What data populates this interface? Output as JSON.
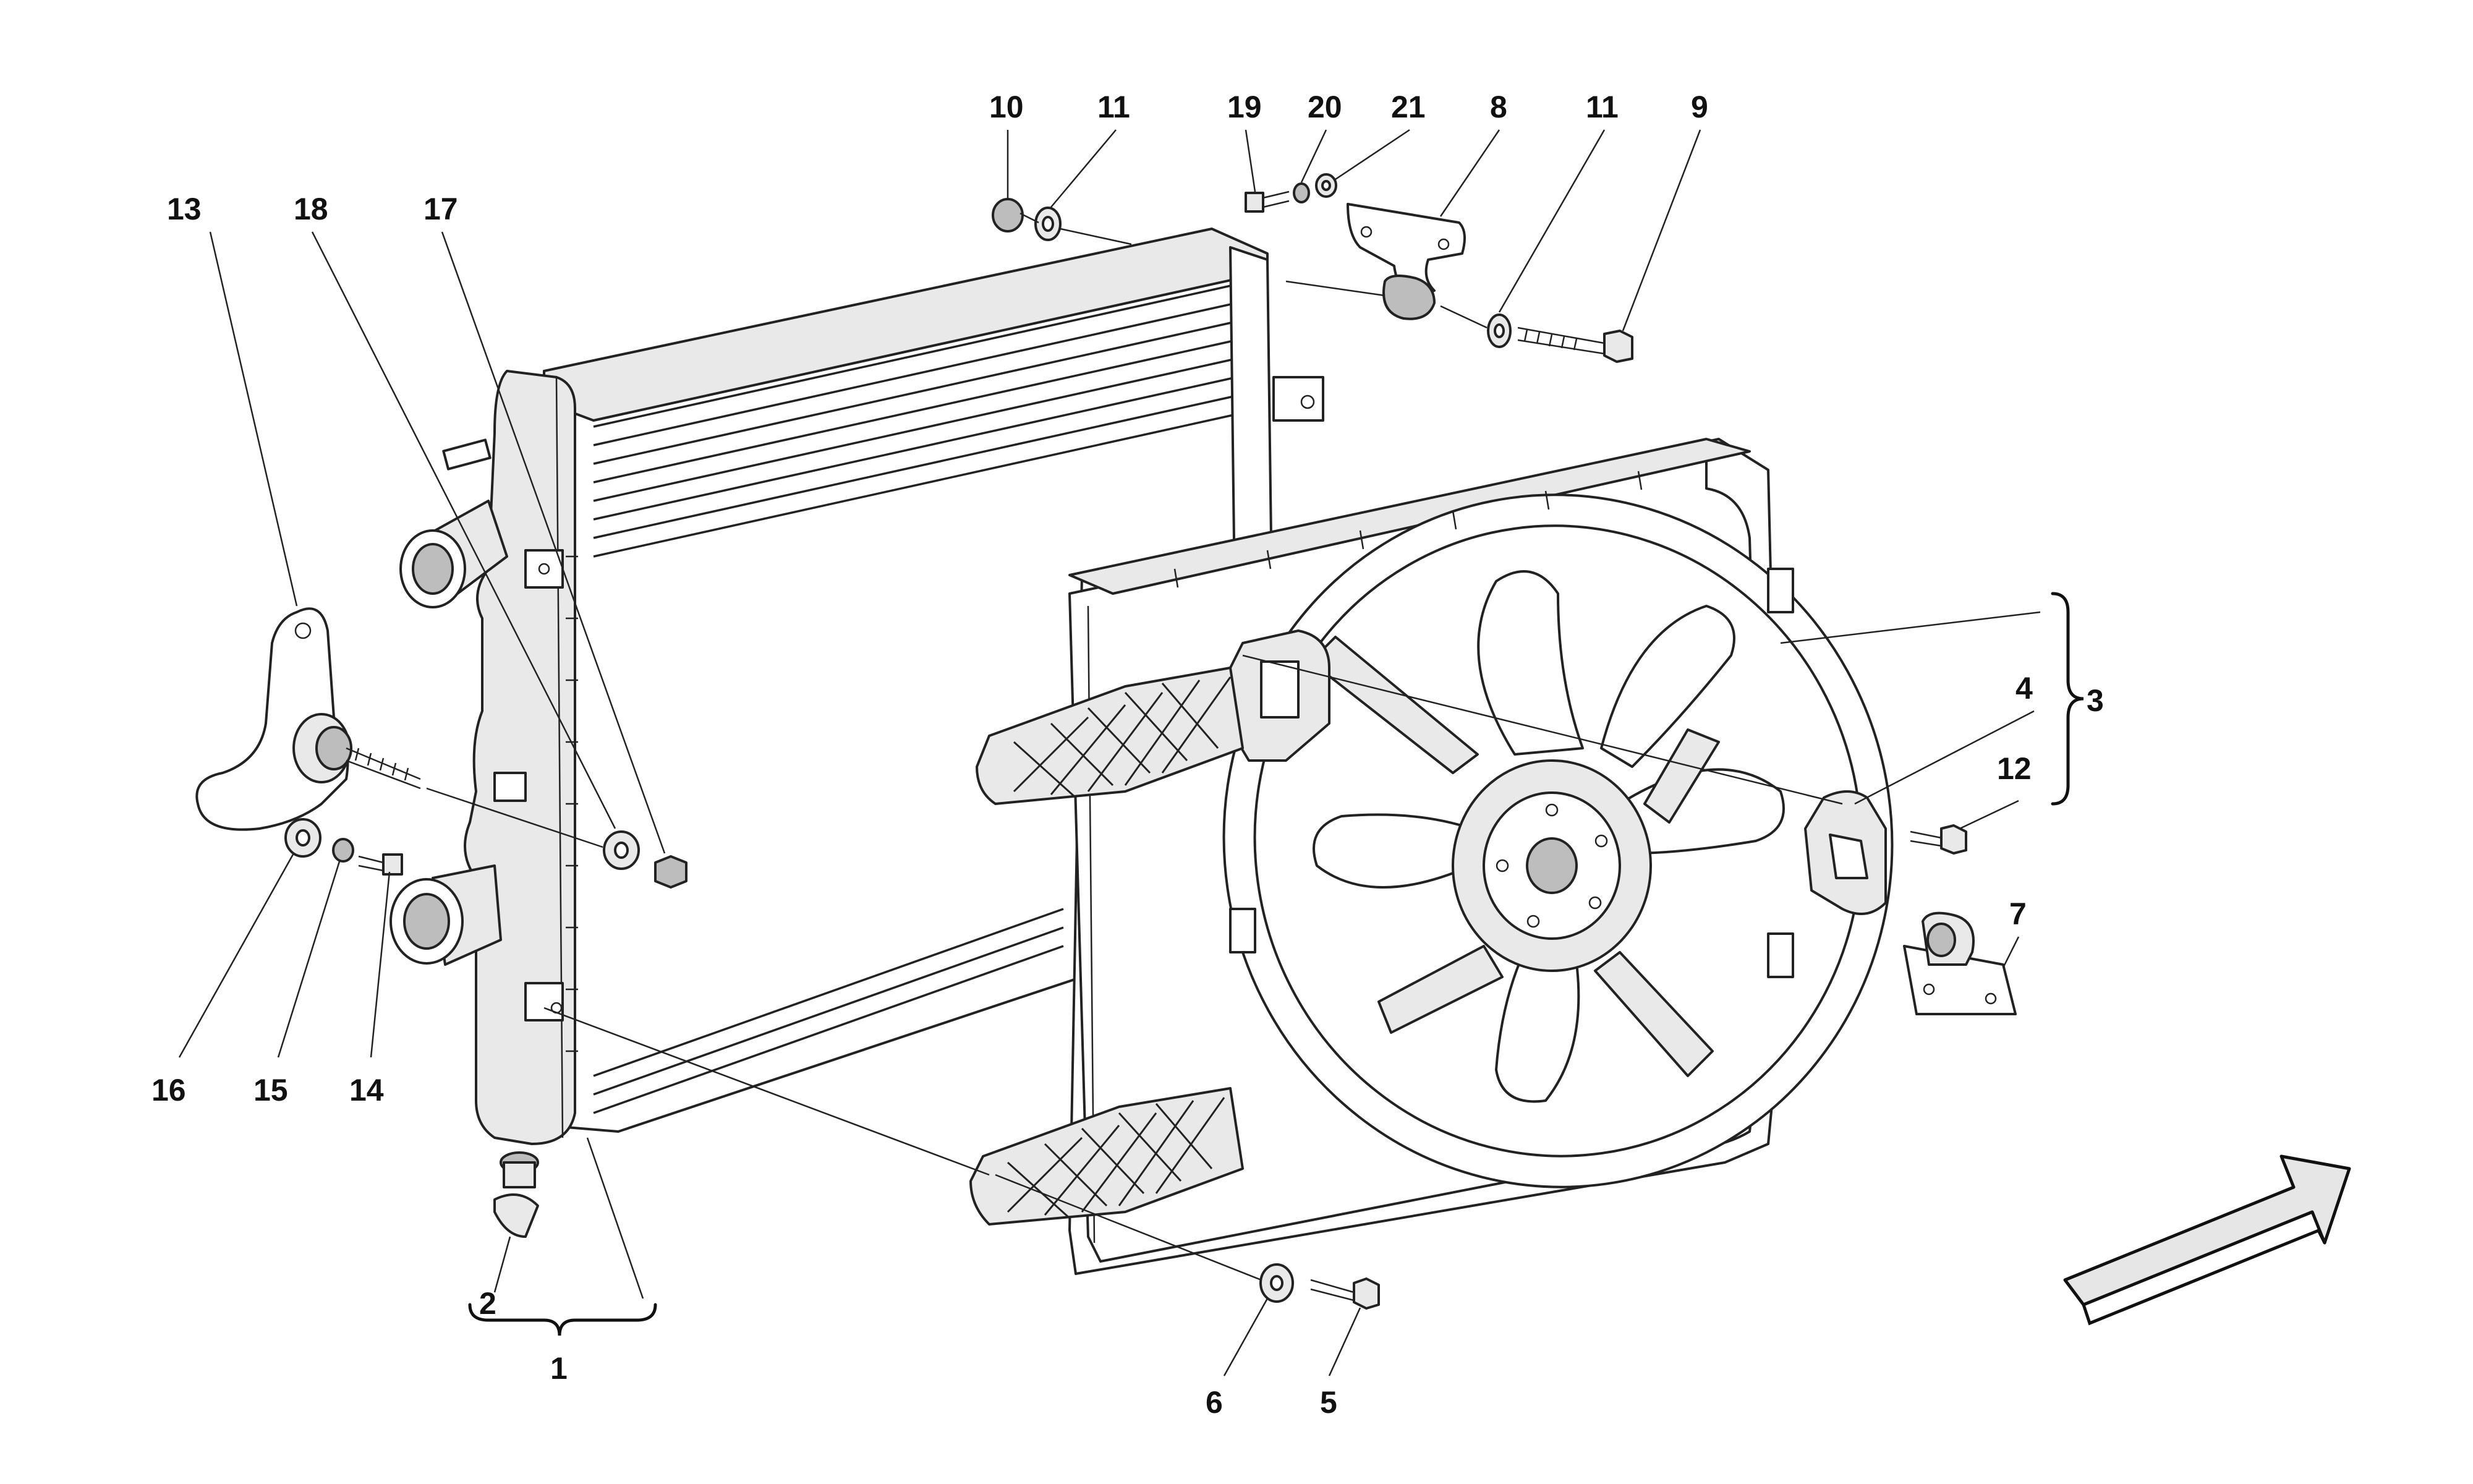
{
  "callouts": {
    "c1": "1",
    "c2": "2",
    "c3": "3",
    "c4": "4",
    "c5": "5",
    "c6": "6",
    "c7": "7",
    "c8": "8",
    "c9": "9",
    "c10": "10",
    "c11a": "11",
    "c11b": "11",
    "c12": "12",
    "c13": "13",
    "c14": "14",
    "c15": "15",
    "c16": "16",
    "c17": "17",
    "c18": "18",
    "c19": "19",
    "c20": "20",
    "c21": "21"
  }
}
